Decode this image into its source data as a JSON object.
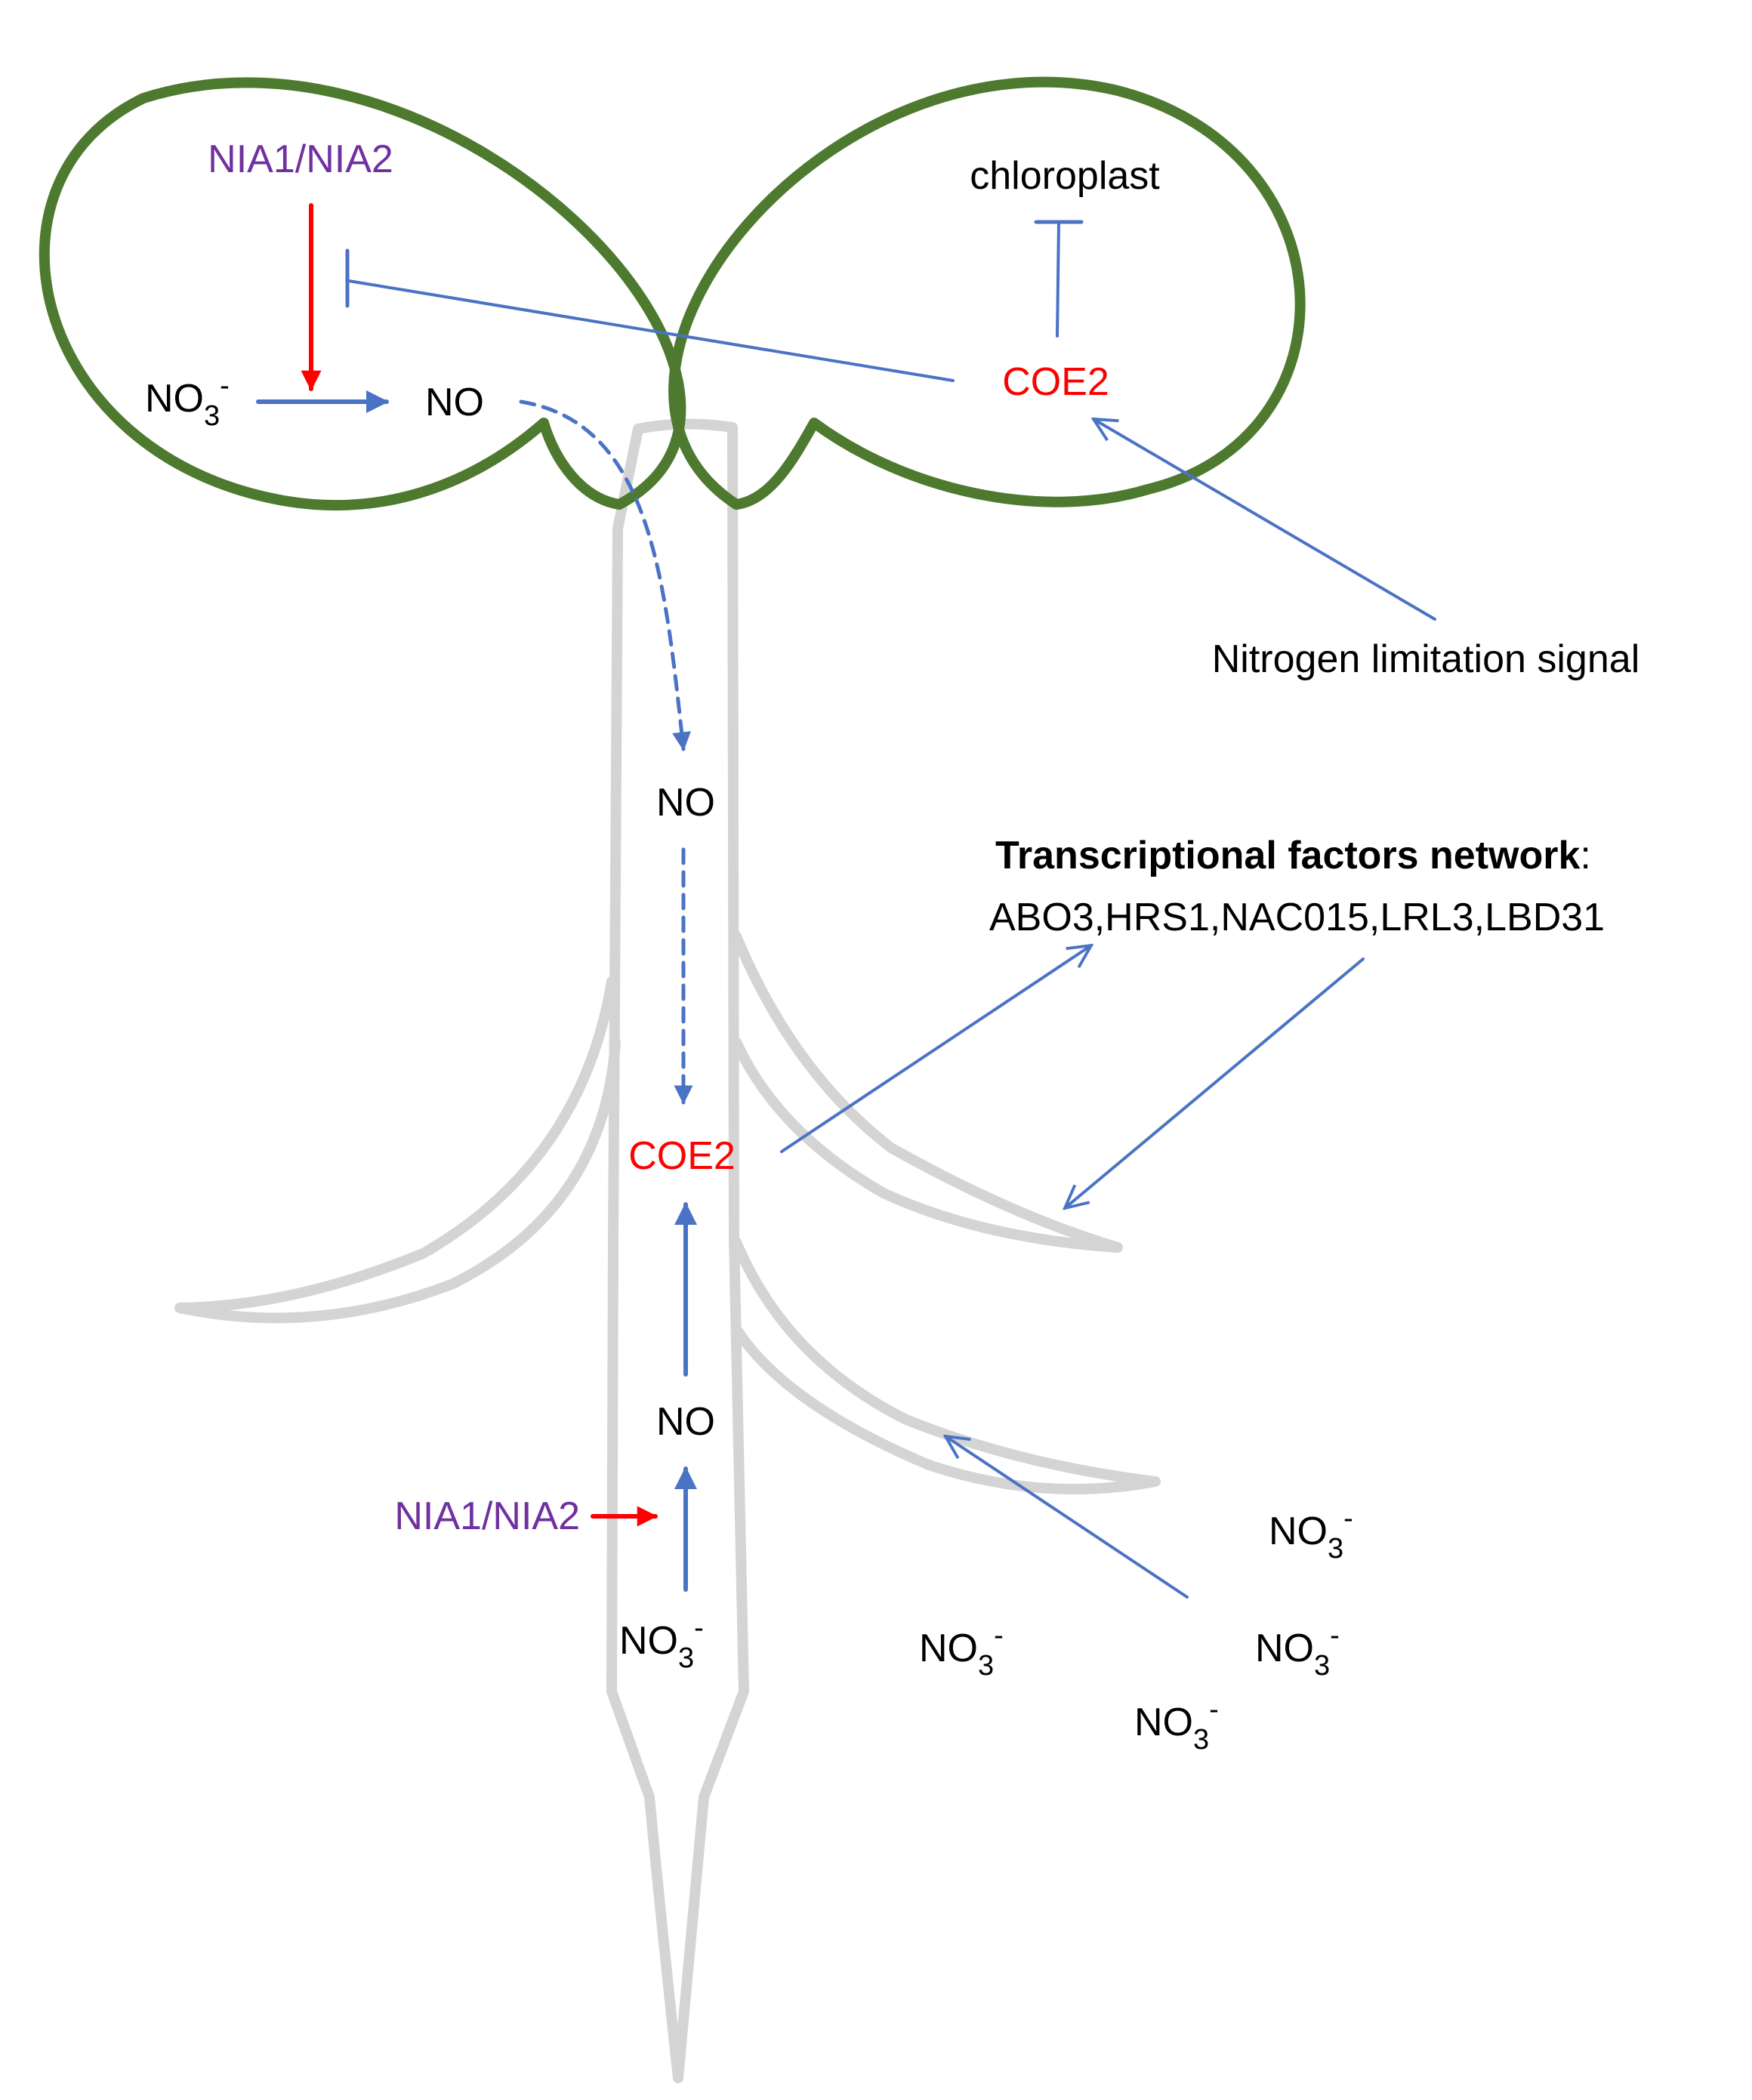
{
  "colors": {
    "leaf_outline": "#4d7a2f",
    "root_outline": "#d4d4d4",
    "arrow_blue": "#4a73c4",
    "arrow_red": "#ff0000",
    "gene_purple": "#7030a0",
    "coe2_red": "#ff0000",
    "text_black": "#000000"
  },
  "left_cotyledon": {
    "gene": "NIA1/NIA2",
    "substrate": {
      "base": "NO",
      "sub": "3",
      "sup": "-"
    },
    "product": "NO"
  },
  "right_cotyledon": {
    "chloroplast": "chloroplast",
    "regulator": "COE2"
  },
  "signal": {
    "label": "Nitrogen limitation signal"
  },
  "root": {
    "no_upper": "NO",
    "coe2": "COE2",
    "no_lower": "NO",
    "gene": "NIA1/NIA2",
    "substrate": {
      "base": "NO",
      "sub": "3",
      "sup": "-"
    }
  },
  "tf_network": {
    "title": "Transcriptional factors network",
    "colon": ":",
    "members": "ABO3,HRS1,NAC015,LRL3,LBD31"
  },
  "soil_nitrate": [
    {
      "base": "NO",
      "sub": "3",
      "sup": "-"
    },
    {
      "base": "NO",
      "sub": "3",
      "sup": "-"
    },
    {
      "base": "NO",
      "sub": "3",
      "sup": "-"
    },
    {
      "base": "NO",
      "sub": "3",
      "sup": "-"
    }
  ]
}
